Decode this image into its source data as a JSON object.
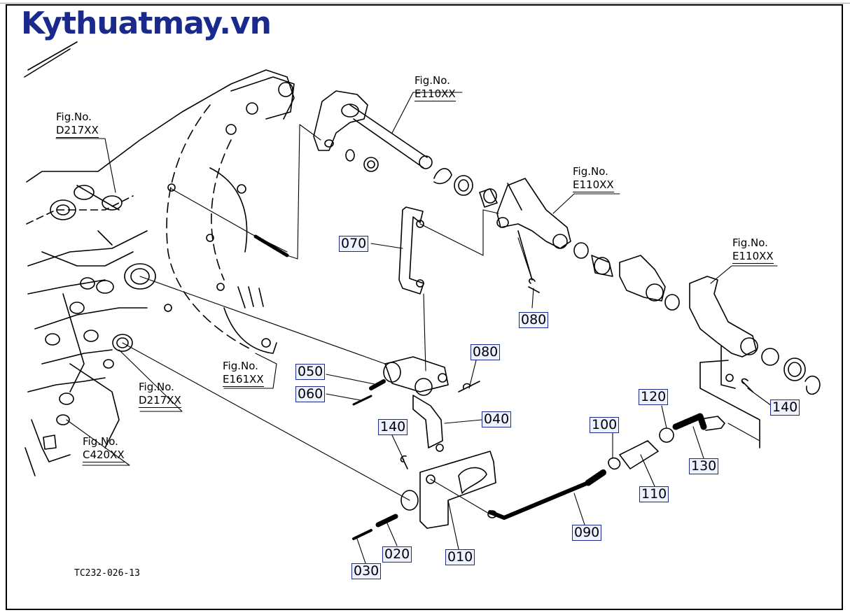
{
  "brand": {
    "text": "Kythuatmay.vn",
    "color": "#1a2a8c"
  },
  "figure_refs": [
    {
      "id": "fig-e110-a",
      "line1": "Fig.No.",
      "line2": "E110XX"
    },
    {
      "id": "fig-e110-b",
      "line1": "Fig.No.",
      "line2": "E110XX"
    },
    {
      "id": "fig-e110-c",
      "line1": "Fig.No.",
      "line2": "E110XX"
    },
    {
      "id": "fig-d217-a",
      "line1": "Fig.No.",
      "line2": "D217XX"
    },
    {
      "id": "fig-d217-b",
      "line1": "Fig.No.",
      "line2": "D217XX"
    },
    {
      "id": "fig-e161",
      "line1": "Fig.No.",
      "line2": "E161XX"
    },
    {
      "id": "fig-c420",
      "line1": "Fig.No.",
      "line2": "C420XX"
    }
  ],
  "parts": [
    "070",
    "080",
    "080",
    "050",
    "060",
    "040",
    "140",
    "140",
    "010",
    "020",
    "030",
    "090",
    "100",
    "110",
    "120",
    "130"
  ],
  "drawing_code": "TC232-026-13"
}
